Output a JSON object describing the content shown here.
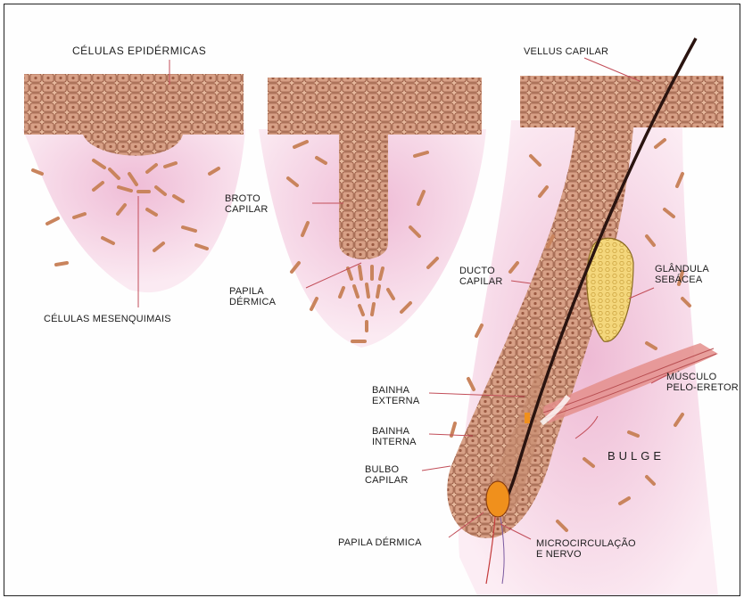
{
  "labels": {
    "celulas_epidermicas": "CÉLULAS EPIDÉRMICAS",
    "celulas_mesenquimais": "CÉLULAS MESENQUIMAIS",
    "broto_capilar": [
      "BROTO",
      "CAPILAR"
    ],
    "papila_dermica_1": [
      "PAPILA",
      "DÉRMICA"
    ],
    "vellus_capilar": "VELLUS CAPILAR",
    "ducto_capilar": [
      "DUCTO",
      "CAPILAR"
    ],
    "glandula_sebacea": [
      "GLÂNDULA",
      "SEBÁCEA"
    ],
    "musculo_pelo_eretor": [
      "MÚSCULO",
      "PELO-ERETOR"
    ],
    "bainha_externa": [
      "BAINHA",
      "EXTERNA"
    ],
    "bainha_interna": [
      "BAINHA",
      "INTERNA"
    ],
    "bulge": "BULGE",
    "bulbo_capilar": [
      "BULBO",
      "CAPILAR"
    ],
    "papila_dermica_2": "PAPILA DÉRMICA",
    "microcirculacao": [
      "MICROCIRCULAÇÃO",
      "E NERVO"
    ]
  },
  "colors": {
    "cell_fill": "#d9a98e",
    "cell_stroke": "#8a4a34",
    "dermis": "#f1c6dc",
    "hair": "#2a1410",
    "papilla": "#f0901c",
    "gland": "#f0cf70",
    "muscle": "#e48f8c",
    "leader": "#c24e59"
  }
}
